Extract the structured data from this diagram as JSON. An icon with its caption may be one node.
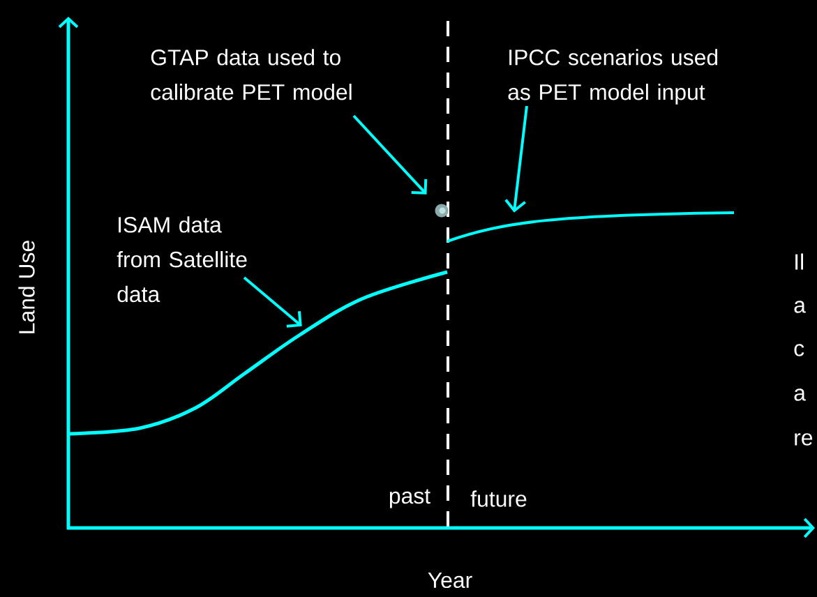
{
  "diagram": {
    "nodes": [
      {
        "text": [
          "GTAP data used to calibrate PET model"
        ]
      },
      {
        "text": [],
        "shape": "circle"
      },
      {
        "text": [
          "IPCC scenarios used as PET model input"
        ]
      },
      {
        "text": [
          "ISAM data from Satellite data"
        ]
      },
      {
        "text": [],
        "shape": "curve"
      },
      {
        "text": [],
        "shape": "curve"
      }
    ],
    "edges": [
      {
        "from": 0,
        "to": 1,
        "arrow": "to"
      },
      {
        "from": 2,
        "to": 5,
        "arrow": "to"
      },
      {
        "from": 3,
        "to": 4,
        "arrow": "to"
      }
    ],
    "labels": [
      "Land Use",
      "past",
      "future",
      "Year",
      "Il",
      "a",
      "c",
      "a",
      "re"
    ]
  }
}
